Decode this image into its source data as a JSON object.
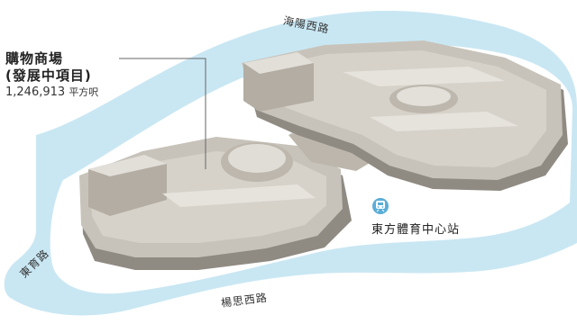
{
  "callout": {
    "title": "購物商場",
    "subtitle": "(發展中項目)",
    "area_value": "1,246,913",
    "area_unit": "平方呎"
  },
  "roads": {
    "north": "海陽西路",
    "west": "東育路",
    "south": "楊思西路"
  },
  "station": {
    "name": "東方體育中心站",
    "icon": "train-icon"
  },
  "colors": {
    "water": "#c9e7f3",
    "building_roof": "#cdc9c0",
    "building_shadow": "#8f8a82",
    "station_marker": "#5aaed8"
  }
}
